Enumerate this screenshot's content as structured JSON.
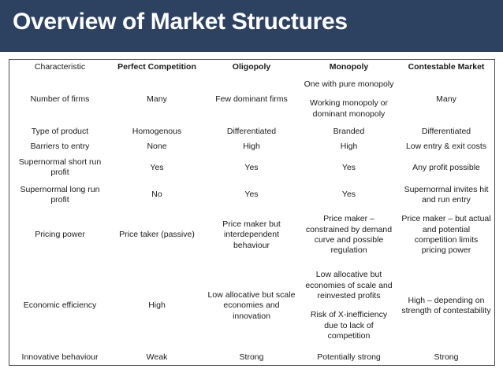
{
  "slide": {
    "title": "Overview of Market Structures",
    "title_band_color": "#2c4260",
    "title_text_color": "#ffffff",
    "background_color": "#ffffff",
    "table_border_color": "#4a4a4a"
  },
  "table": {
    "headers": [
      "Characteristic",
      "Perfect Competition",
      "Oligopoly",
      "Monopoly",
      "Contestable Market"
    ],
    "rows": [
      {
        "characteristic": "Number of firms",
        "perfect_competition": "Many",
        "oligopoly": "Few dominant firms",
        "monopoly": "One with pure monopoly",
        "monopoly_2": "Working monopoly or dominant monopoly",
        "contestable_market": "Many"
      },
      {
        "characteristic": "Type of product",
        "perfect_competition": "Homogenous",
        "oligopoly": "Differentiated",
        "monopoly": "Branded",
        "contestable_market": "Differentiated"
      },
      {
        "characteristic": "Barriers to entry",
        "perfect_competition": "None",
        "oligopoly": "High",
        "monopoly": "High",
        "contestable_market": "Low entry & exit costs"
      },
      {
        "characteristic": "Supernormal short run profit",
        "perfect_competition": "Yes",
        "oligopoly": "Yes",
        "monopoly": "Yes",
        "contestable_market": "Any profit possible"
      },
      {
        "characteristic": "Supernormal long run profit",
        "perfect_competition": "No",
        "oligopoly": "Yes",
        "monopoly": "Yes",
        "contestable_market": "Supernormal invites hit and run entry"
      },
      {
        "characteristic": "Pricing power",
        "perfect_competition": "Price taker (passive)",
        "oligopoly": "Price maker but interdependent behaviour",
        "monopoly": "Price maker – constrained by demand curve and possible regulation",
        "contestable_market": "Price maker – but actual and potential competition limits pricing power"
      },
      {
        "characteristic": "Economic efficiency",
        "perfect_competition": "High",
        "oligopoly": "Low allocative but scale economies and innovation",
        "monopoly": "Low allocative but economies of scale and reinvested profits",
        "monopoly_2": "Risk of X-inefficiency due to lack of competition",
        "contestable_market": "High – depending on strength of contestability"
      },
      {
        "characteristic": "Innovative behaviour",
        "perfect_competition": "Weak",
        "oligopoly": "Strong",
        "monopoly": "Potentially strong",
        "contestable_market": "Strong"
      }
    ]
  }
}
